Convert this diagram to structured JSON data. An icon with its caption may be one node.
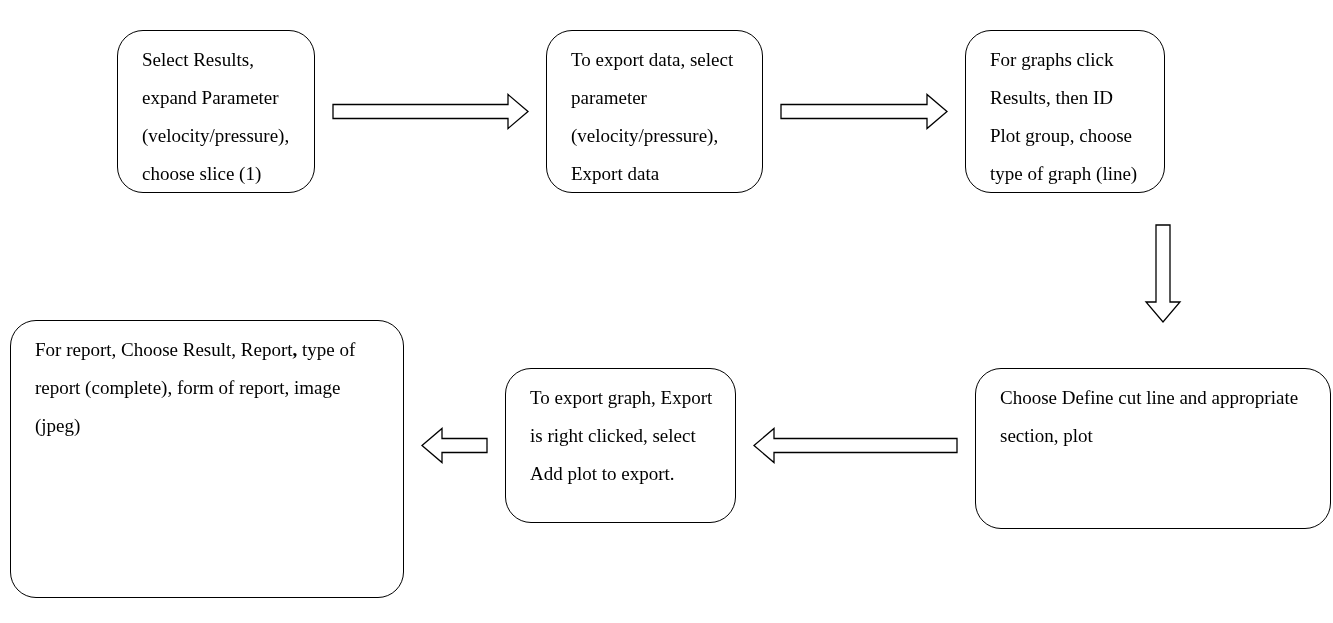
{
  "diagram": {
    "nodes": [
      {
        "text": [
          "Select Results, expand Parameter (velocity/pressure), choose slice (1)"
        ]
      },
      {
        "text": [
          "To export data, select parameter (velocity/pressure), Export data"
        ]
      },
      {
        "text": [
          "For graphs click Results, then ID Plot group, choose type of graph (line)"
        ]
      },
      {
        "text": [
          "Choose Define cut line and appropriate section, plot"
        ]
      },
      {
        "text": [
          "To export graph, Export is right clicked, select Add plot to export."
        ]
      },
      {
        "text": [
          "For report, Choose Result, Report**,** type of report (complete), form of report, image (jpeg)"
        ]
      }
    ],
    "edges": [
      {
        "from": 0,
        "to": 1,
        "arrow": "to"
      },
      {
        "from": 1,
        "to": 2,
        "arrow": "to"
      },
      {
        "from": 2,
        "to": 3,
        "arrow": "to"
      },
      {
        "from": 3,
        "to": 4,
        "arrow": "to"
      },
      {
        "from": 4,
        "to": 5,
        "arrow": "to"
      }
    ]
  }
}
